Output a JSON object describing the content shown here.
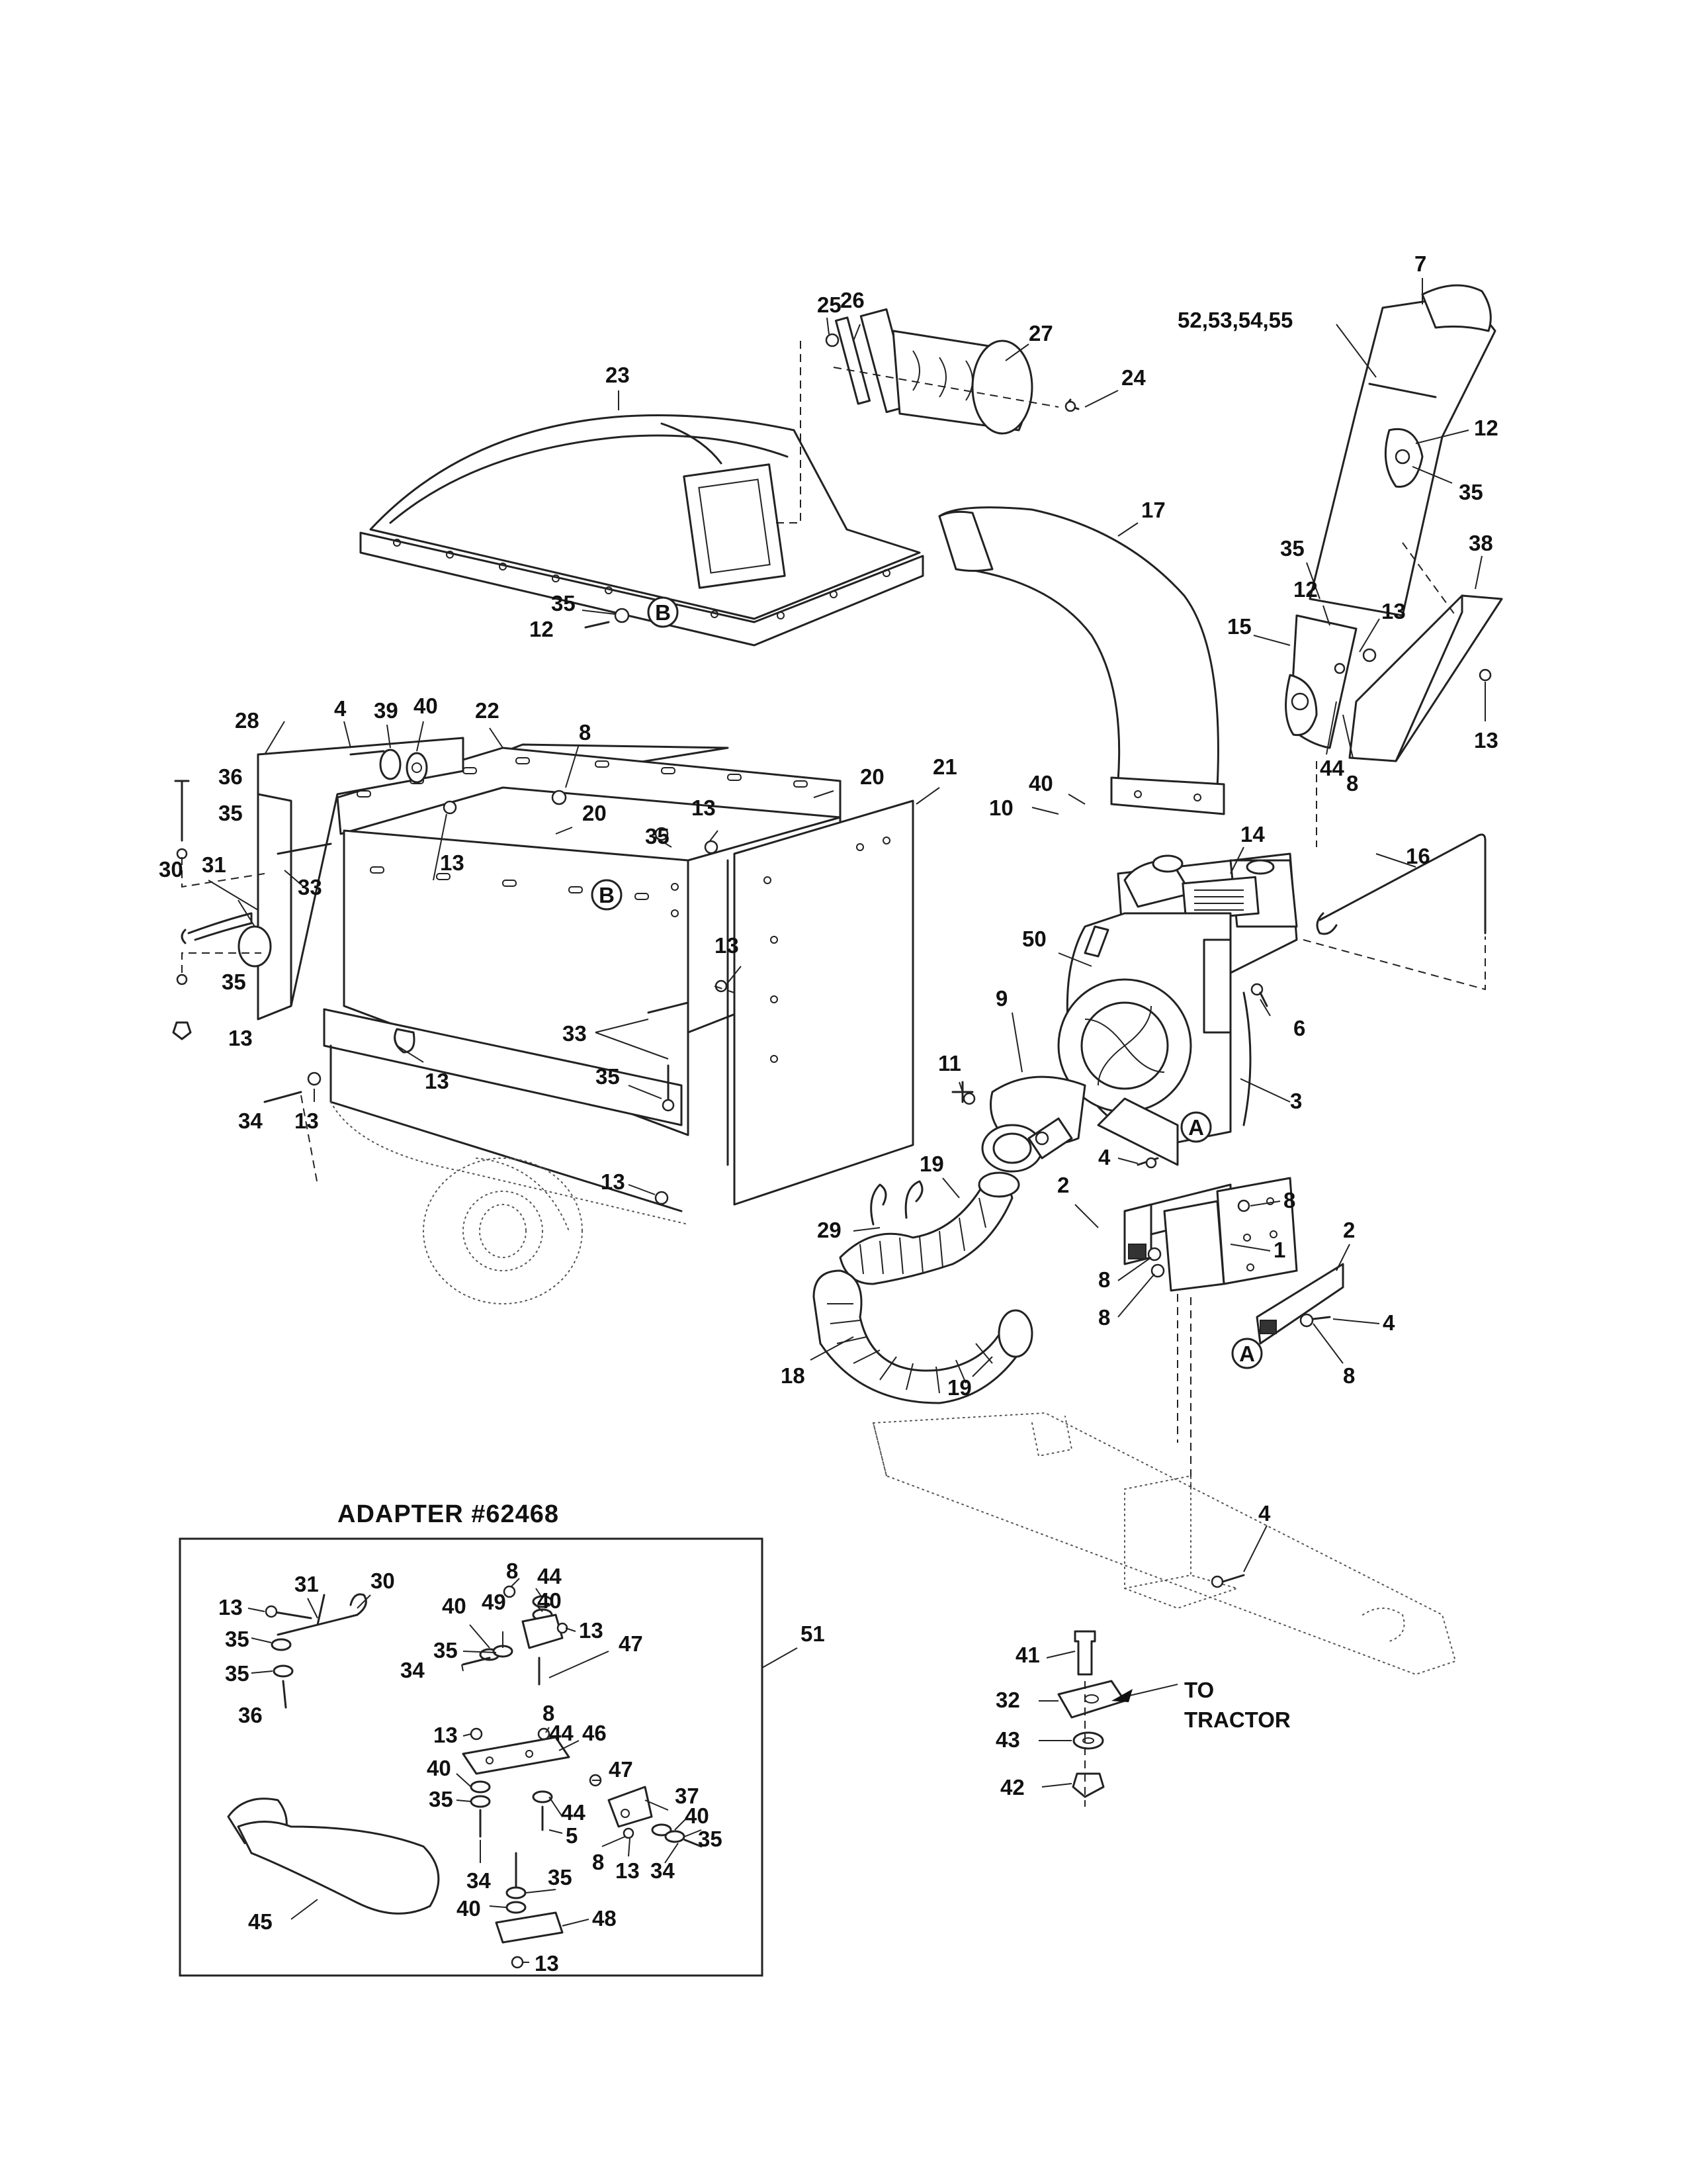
{
  "adapter": {
    "title": "ADAPTER  #62468"
  },
  "tractor_note": {
    "line1": "TO",
    "line2": "TRACTOR"
  },
  "ref_markers": {
    "a": "A",
    "b": "B"
  },
  "callouts": {
    "p7": "7",
    "p52_55": "52,53,54,55",
    "p12a": "12",
    "p35a": "35",
    "p38": "38",
    "p35b": "35",
    "p12b": "12",
    "p13a": "13",
    "p15": "15",
    "p13b": "13",
    "p44a": "44",
    "p8a": "8",
    "p25": "25",
    "p26": "26",
    "p27": "27",
    "p24": "24",
    "p23": "23",
    "p17": "17",
    "p35c": "35",
    "p12c": "12",
    "p28": "28",
    "p4a": "4",
    "p39": "39",
    "p40a": "40",
    "p22": "22",
    "p8b": "8",
    "p36a": "36",
    "p35d": "35",
    "p33a": "33",
    "p13c": "13",
    "p20a": "20",
    "p20b": "20",
    "p21": "21",
    "p13d": "13",
    "p35e": "35",
    "p30a": "30",
    "p31a": "31",
    "p13e": "13",
    "p35f": "35",
    "p13f": "13",
    "p33b": "33",
    "p35g": "35",
    "p13g": "13",
    "p34a": "34",
    "p13h": "13",
    "p13i": "13",
    "p40b": "40",
    "p10": "10",
    "p14": "14",
    "p16": "16",
    "p50": "50",
    "p9": "9",
    "p6": "6",
    "p11": "11",
    "p3": "3",
    "p4b": "4",
    "p19a": "19",
    "p29": "29",
    "p2a": "2",
    "p8c": "8",
    "p1": "1",
    "p2b": "2",
    "p8d": "8",
    "p8e": "8",
    "p4c": "4",
    "p8f": "8",
    "p18": "18",
    "p19b": "19",
    "p4d": "4",
    "p51": "51",
    "p41": "41",
    "p32": "32",
    "p43": "43",
    "p42": "42",
    "q31": "31",
    "q30": "30",
    "q13a": "13",
    "q35a": "35",
    "q35b": "35",
    "q36": "36",
    "q8a": "8",
    "q44a": "44",
    "q40a": "40",
    "q40b": "40",
    "q49": "49",
    "q13b": "13",
    "q35c": "35",
    "q34a": "34",
    "q47a": "47",
    "q8b": "8",
    "q13c": "13",
    "q44b": "44",
    "q46": "46",
    "q40c": "40",
    "q47b": "47",
    "q37": "37",
    "q35d": "35",
    "q44c": "44",
    "q5": "5",
    "q40d": "40",
    "q35e": "35",
    "q8c": "8",
    "q13d": "13",
    "q34b": "34",
    "q34c": "34",
    "q35f": "35",
    "q45": "45",
    "q40e": "40",
    "q48": "48",
    "q13e": "13"
  }
}
